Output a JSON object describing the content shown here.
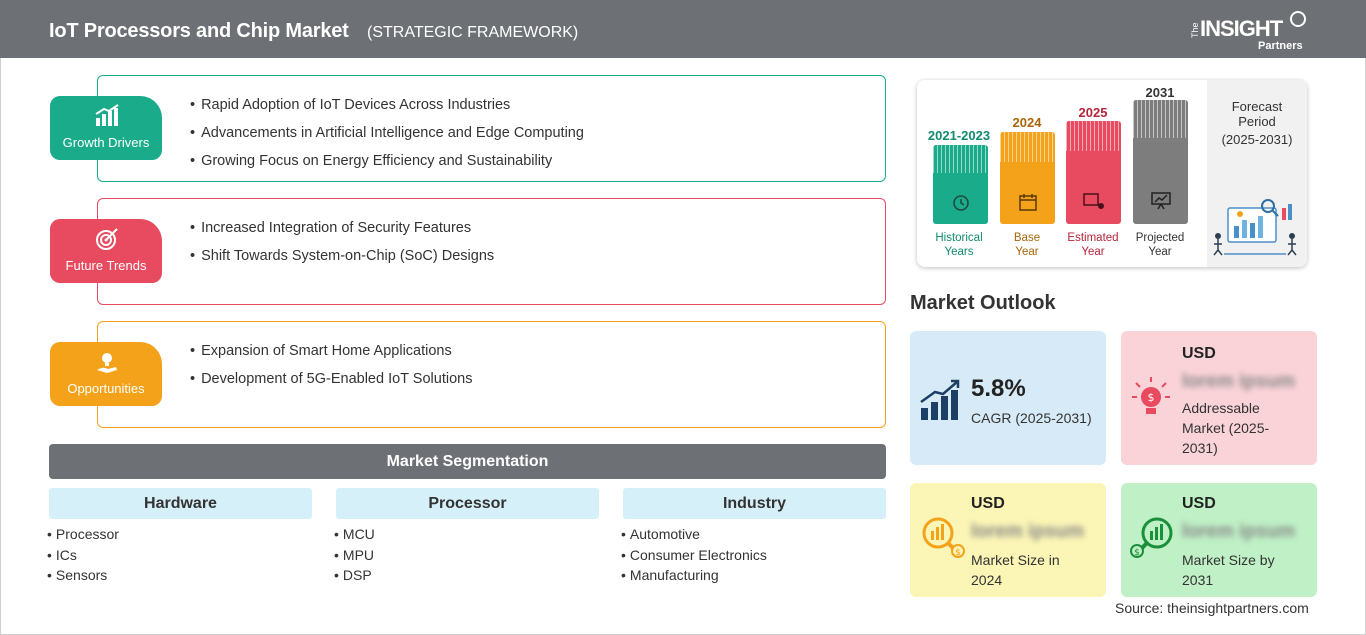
{
  "header": {
    "title": "IoT Processors and Chip Market",
    "subtitle": "(STRATEGIC FRAMEWORK)",
    "logo": {
      "prefix": "The",
      "main": "INSIGHT",
      "sub": "Partners"
    }
  },
  "factors": [
    {
      "label": "Growth Drivers",
      "color": "#1aab8a",
      "icon": "bar-growth-icon",
      "items": [
        "Rapid Adoption of IoT Devices Across Industries",
        "Advancements in Artificial Intelligence and Edge Computing",
        "Growing Focus on Energy Efficiency and Sustainability"
      ]
    },
    {
      "label": "Future Trends",
      "color": "#e84a5f",
      "icon": "target-icon",
      "items": [
        "Increased Integration of Security Features",
        "Shift Towards System-on-Chip (SoC) Designs"
      ]
    },
    {
      "label": "Opportunities",
      "color": "#f5a21b",
      "icon": "lightbulb-hand-icon",
      "items": [
        "Expansion of Smart Home Applications",
        "Development of 5G-Enabled IoT Solutions"
      ]
    }
  ],
  "segmentation": {
    "title": "Market Segmentation",
    "columns": [
      {
        "header": "Hardware",
        "items": [
          "Processor",
          "ICs",
          "Sensors"
        ]
      },
      {
        "header": "Processor",
        "items": [
          "MCU",
          "MPU",
          "DSP"
        ]
      },
      {
        "header": "Industry",
        "items": [
          "Automotive",
          "Consumer Electronics",
          "Manufacturing"
        ]
      }
    ]
  },
  "timeline": {
    "periods": [
      {
        "year": "2021-2023",
        "label1": "Historical",
        "label2": "Years",
        "color": "#1aab8a",
        "text_color": "#128a6e",
        "icon": "history-icon"
      },
      {
        "year": "2024",
        "label1": "Base",
        "label2": "Year",
        "color": "#f5a21b",
        "text_color": "#a8650a",
        "icon": "calendar-icon"
      },
      {
        "year": "2025",
        "label1": "Estimated",
        "label2": "Year",
        "color": "#e84a5f",
        "text_color": "#b3243a",
        "icon": "estimate-icon"
      },
      {
        "year": "2031",
        "label1": "Projected",
        "label2": "Year",
        "color": "#7d7d7d",
        "text_color": "#333333",
        "icon": "projection-icon"
      }
    ],
    "forecast": {
      "line1": "Forecast",
      "line2": "Period",
      "line3": "(2025-2031)"
    }
  },
  "outlook": {
    "title": "Market Outlook",
    "cagr": {
      "value": "5.8%",
      "label": "CAGR (2025-2031)",
      "bg": "#d6ebf7"
    },
    "addressable": {
      "currency": "USD",
      "value": "lorem ipsum",
      "line1": "Addressable",
      "line2": "Market (2025-",
      "line3": "2031)",
      "bg": "#f9d3d8"
    },
    "size2024": {
      "currency": "USD",
      "value": "lorem ipsum",
      "line1": "Market Size in",
      "line2": "2024",
      "bg": "#fbf5b6"
    },
    "size2031": {
      "currency": "USD",
      "value": "lorem ipsum",
      "line1": "Market Size by",
      "line2": "2031",
      "bg": "#bff0c6"
    }
  },
  "source": "Source: theinsightpartners.com"
}
